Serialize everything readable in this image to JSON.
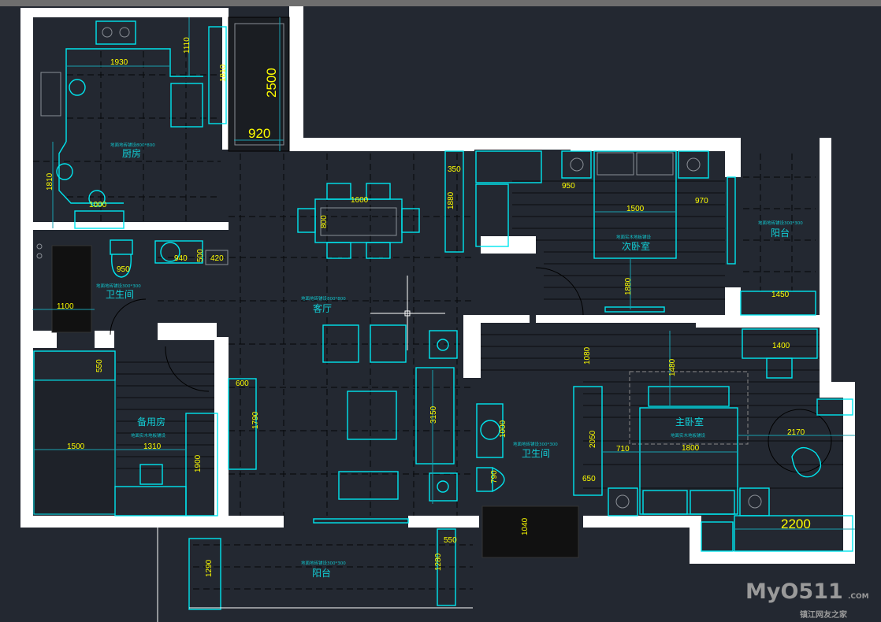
{
  "rooms": {
    "kitchen": {
      "name": "厨房",
      "note": "地面地砖铺设800*800"
    },
    "bathroom1": {
      "name": "卫生间",
      "note": "地面地砖铺设300*300"
    },
    "spare_room": {
      "name": "备用房",
      "note": "地面实木地板铺设"
    },
    "living_room": {
      "name": "客厅",
      "note": "地面地砖铺设800*800"
    },
    "second_bedroom": {
      "name": "次卧室",
      "note": "地面实木地板铺设"
    },
    "balcony_east": {
      "name": "阳台",
      "note": "地面地砖铺设300*300"
    },
    "bathroom2": {
      "name": "卫生间",
      "note": "地面地砖铺设300*300"
    },
    "master_bedroom": {
      "name": "主卧室",
      "note": "地面实木地板铺设"
    },
    "balcony_south": {
      "name": "阳台",
      "note": "地面地砖铺设300*300"
    }
  },
  "dimensions": {
    "kitchen_counter": "1930",
    "kitchen_top": "1110",
    "kitchen_side": "1810",
    "kitchen_bottom": "1000",
    "storage_height": "1810",
    "wardrobe_length": "2500",
    "wardrobe_width": "920",
    "dining_table": "1600",
    "dining_width": "800",
    "cabinet_350": "350",
    "cabinet_1880": "1880",
    "bed2_left": "950",
    "bed2_width": "1500",
    "bed2_right": "970",
    "bed2_depth": "1880",
    "balcony_east_cab": "1450",
    "bath1_toilet": "950",
    "bath1_sink": "940",
    "bath1_500": "500",
    "bath1_420": "420",
    "bath1_shower": "1100",
    "spare_550": "550",
    "spare_1500": "1500",
    "spare_1310": "1310",
    "spare_1900": "1900",
    "tv_width": "600",
    "tv_length": "1790",
    "sofa": "3150",
    "master_1080": "1080",
    "master_1480": "1480",
    "master_desk": "1400",
    "bath2_sink": "1000",
    "bath2_toilet": "790",
    "bath2_shower": "1040",
    "master_wardrobe": "2050",
    "master_650": "650",
    "master_710": "710",
    "master_bed": "1800",
    "master_2170": "2170",
    "master_bay": "2200",
    "balcony_550": "550",
    "balcony_1280": "1280",
    "balcony_1290": "1290"
  },
  "watermark": {
    "brand": "MyO511",
    "domain": ".COM",
    "tagline": "镇江网友之家"
  },
  "colors": {
    "background": "#232831",
    "furniture": "#00e5ee",
    "dimension": "#ffff00",
    "walls": "#ffffff"
  }
}
